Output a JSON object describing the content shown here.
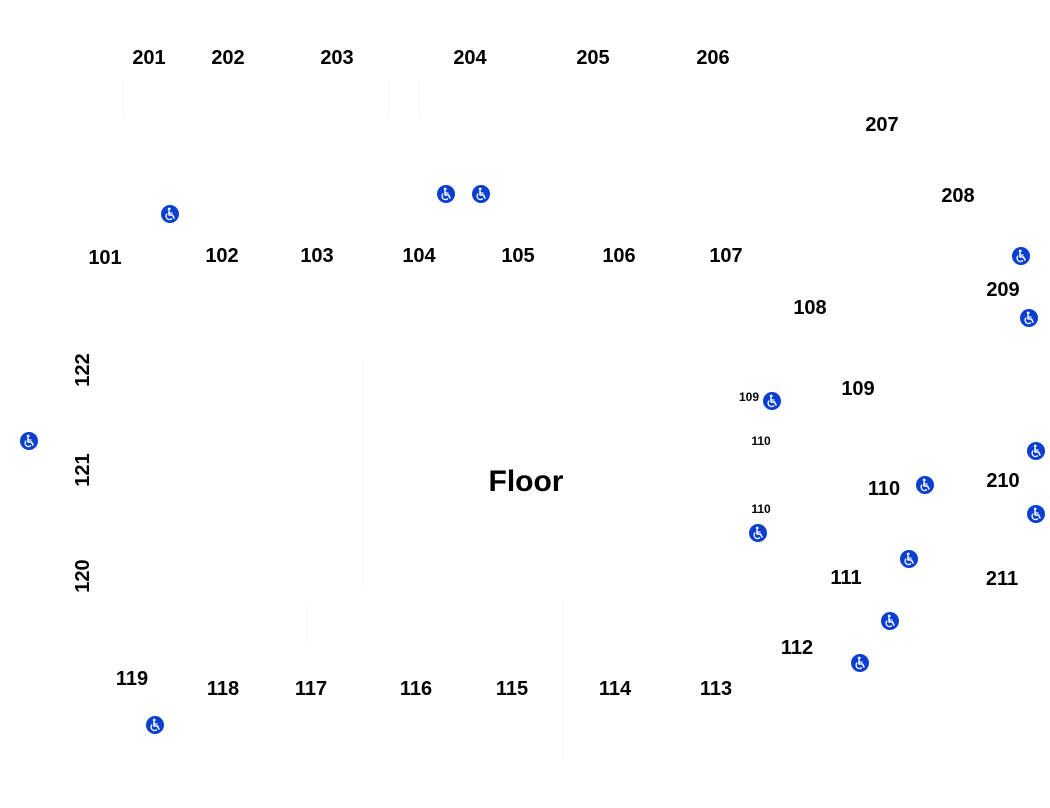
{
  "map": {
    "accessible_color": "#0a3fcf",
    "accessible_icon": "wheelchair-icon",
    "floor_label": "Floor",
    "upper_sections": {
      "s201": "201",
      "s202": "202",
      "s203": "203",
      "s204": "204",
      "s205": "205",
      "s206": "206",
      "s207": "207",
      "s208": "208",
      "s209": "209",
      "s210": "210",
      "s211": "211"
    },
    "lower_sections": {
      "s101": "101",
      "s102": "102",
      "s103": "103",
      "s104": "104",
      "s105": "105",
      "s106": "106",
      "s107": "107",
      "s108": "108",
      "s109": "109",
      "s109_small": "109",
      "s110": "110",
      "s110_small_a": "110",
      "s110_small_b": "110",
      "s111": "111",
      "s112": "112",
      "s113": "113",
      "s114": "114",
      "s115": "115",
      "s116": "116",
      "s117": "117",
      "s118": "118",
      "s119": "119",
      "s120": "120",
      "s121": "121",
      "s122": "122"
    }
  }
}
